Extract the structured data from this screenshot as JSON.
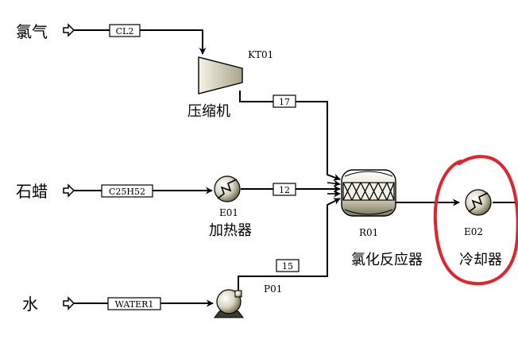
{
  "feeds": {
    "chlorine": "氯气",
    "paraffin": "石蜡",
    "water": "水"
  },
  "streams": {
    "cl2": "CL2",
    "c25h52": "C25H52",
    "water1": "WATER1",
    "s17": "17",
    "s12": "12",
    "s15": "15"
  },
  "blocks": {
    "compressor": {
      "id": "KT01",
      "label": "压缩机"
    },
    "heater": {
      "id": "E01",
      "label": "加热器"
    },
    "pump": {
      "id": "P01"
    },
    "reactor": {
      "id": "R01",
      "label": "氯化反应器"
    },
    "cooler": {
      "id": "E02",
      "label": "冷却器"
    }
  },
  "colors": {
    "line": "#000000",
    "equipment_fill": "#d8d4bd",
    "equipment_dark": "#6b6752",
    "highlight": "#e8202a"
  }
}
